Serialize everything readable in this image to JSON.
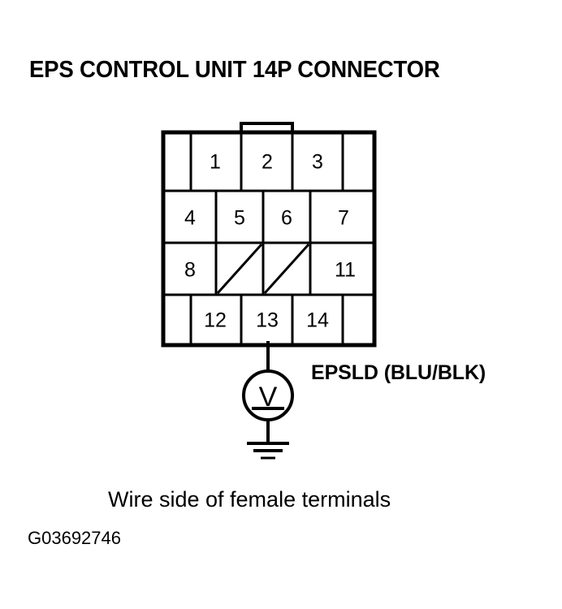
{
  "title": "EPS CONTROL UNIT 14P CONNECTOR",
  "connector": {
    "type": "14P",
    "name": "EPS CONTROL UNIT",
    "rows": [
      {
        "row": 1,
        "cells": [
          {
            "label": "",
            "kind": "blank-end"
          },
          {
            "label": "1",
            "kind": "pin"
          },
          {
            "label": "2",
            "kind": "pin"
          },
          {
            "label": "3",
            "kind": "pin"
          },
          {
            "label": "",
            "kind": "blank-end"
          }
        ]
      },
      {
        "row": 2,
        "cells": [
          {
            "label": "4",
            "kind": "pin"
          },
          {
            "label": "5",
            "kind": "pin"
          },
          {
            "label": "6",
            "kind": "pin"
          },
          {
            "label": "7",
            "kind": "pin"
          }
        ]
      },
      {
        "row": 3,
        "cells": [
          {
            "label": "8",
            "kind": "pin"
          },
          {
            "label": "",
            "kind": "unused-slash"
          },
          {
            "label": "",
            "kind": "unused-slash"
          },
          {
            "label": "11",
            "kind": "pin"
          }
        ]
      },
      {
        "row": 4,
        "cells": [
          {
            "label": "",
            "kind": "blank-end"
          },
          {
            "label": "12",
            "kind": "pin"
          },
          {
            "label": "13",
            "kind": "pin"
          },
          {
            "label": "14",
            "kind": "pin"
          },
          {
            "label": "",
            "kind": "blank-end"
          }
        ]
      }
    ],
    "pin_labels": {
      "p1": "1",
      "p2": "2",
      "p3": "3",
      "p4": "4",
      "p5": "5",
      "p6": "6",
      "p7": "7",
      "p8": "8",
      "p11": "11",
      "p12": "12",
      "p13": "13",
      "p14": "14"
    },
    "has_top_keyway_tab": true
  },
  "measurement": {
    "probe_pin": "13",
    "meter_symbol": "V",
    "signal_label": "EPSLD (BLU/BLK)",
    "signal_name": "EPSLD",
    "wire_colors": "BLU/BLK",
    "ground_symbol": "earth-ground"
  },
  "caption": "Wire side of female terminals",
  "figure_code": "G03692746",
  "colors": {
    "ink": "#000000",
    "background": "#ffffff"
  }
}
